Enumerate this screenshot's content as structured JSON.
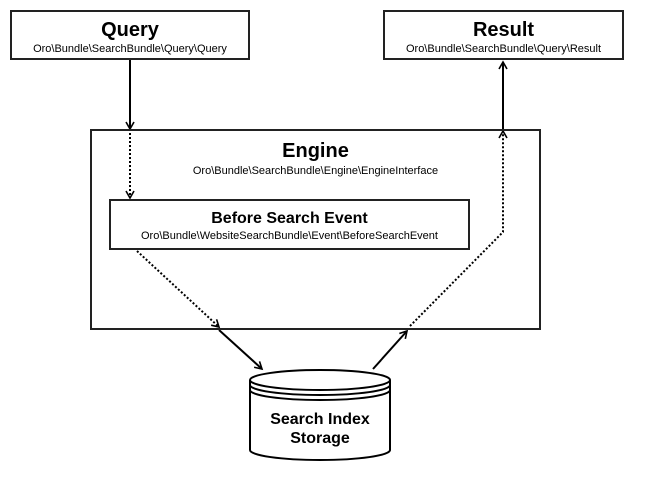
{
  "query": {
    "title": "Query",
    "class": "Oro\\Bundle\\SearchBundle\\Query\\Query"
  },
  "result": {
    "title": "Result",
    "class": "Oro\\Bundle\\SearchBundle\\Query\\Result"
  },
  "engine": {
    "title": "Engine",
    "class": "Oro\\Bundle\\SearchBundle\\Engine\\EngineInterface"
  },
  "before_search_event": {
    "title": "Before Search Event",
    "class": "Oro\\Bundle\\WebsiteSearchBundle\\Event\\BeforeSearchEvent"
  },
  "storage": {
    "line1": "Search Index",
    "line2": "Storage"
  }
}
